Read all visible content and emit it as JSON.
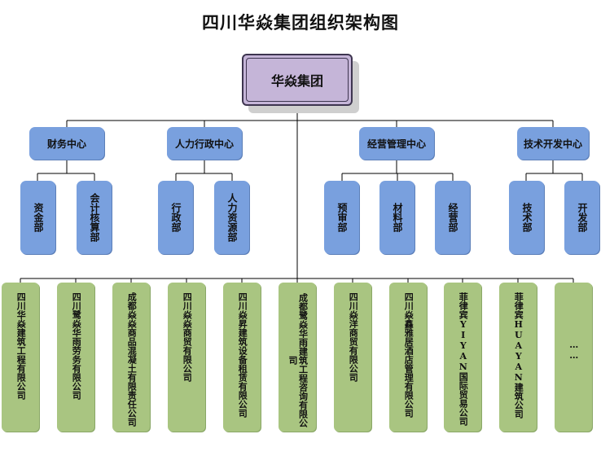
{
  "title": "四川华焱集团组织架构图",
  "root": "华焱集团",
  "centers": [
    {
      "name": "财务中心",
      "departments": [
        "资金部",
        "会计核算部"
      ]
    },
    {
      "name": "人力行政中心",
      "departments": [
        "行政部",
        "人力资源部"
      ]
    },
    {
      "name": "经营管理中心",
      "departments": [
        "预审部",
        "材料部",
        "经营部"
      ]
    },
    {
      "name": "技术开发中心",
      "departments": [
        "技术部",
        "开发部"
      ]
    }
  ],
  "companies": [
    "四川华焱建筑工程有限公司",
    "四川鹭焱华雨劳务有限公司",
    "成都焱焱商品混凝土有限责任公司",
    "四川焱焱商贸有限公司",
    "四川焱昇建筑设备租赁有限公司",
    "成都鹭焱华雨建筑工程咨询有限公司",
    "四川焱洋商贸有限公司",
    "四川焱鑫雅居酒店管理有限公司",
    "菲律宾YIYAN国际贸易公司",
    "菲律宾HUAYAN建筑公司",
    "……"
  ],
  "colors": {
    "root_fill": "#c5b5d8",
    "center_fill": "#79a0de",
    "department_fill": "#79a0de",
    "company_fill": "#a9c581",
    "line": "#000000"
  }
}
